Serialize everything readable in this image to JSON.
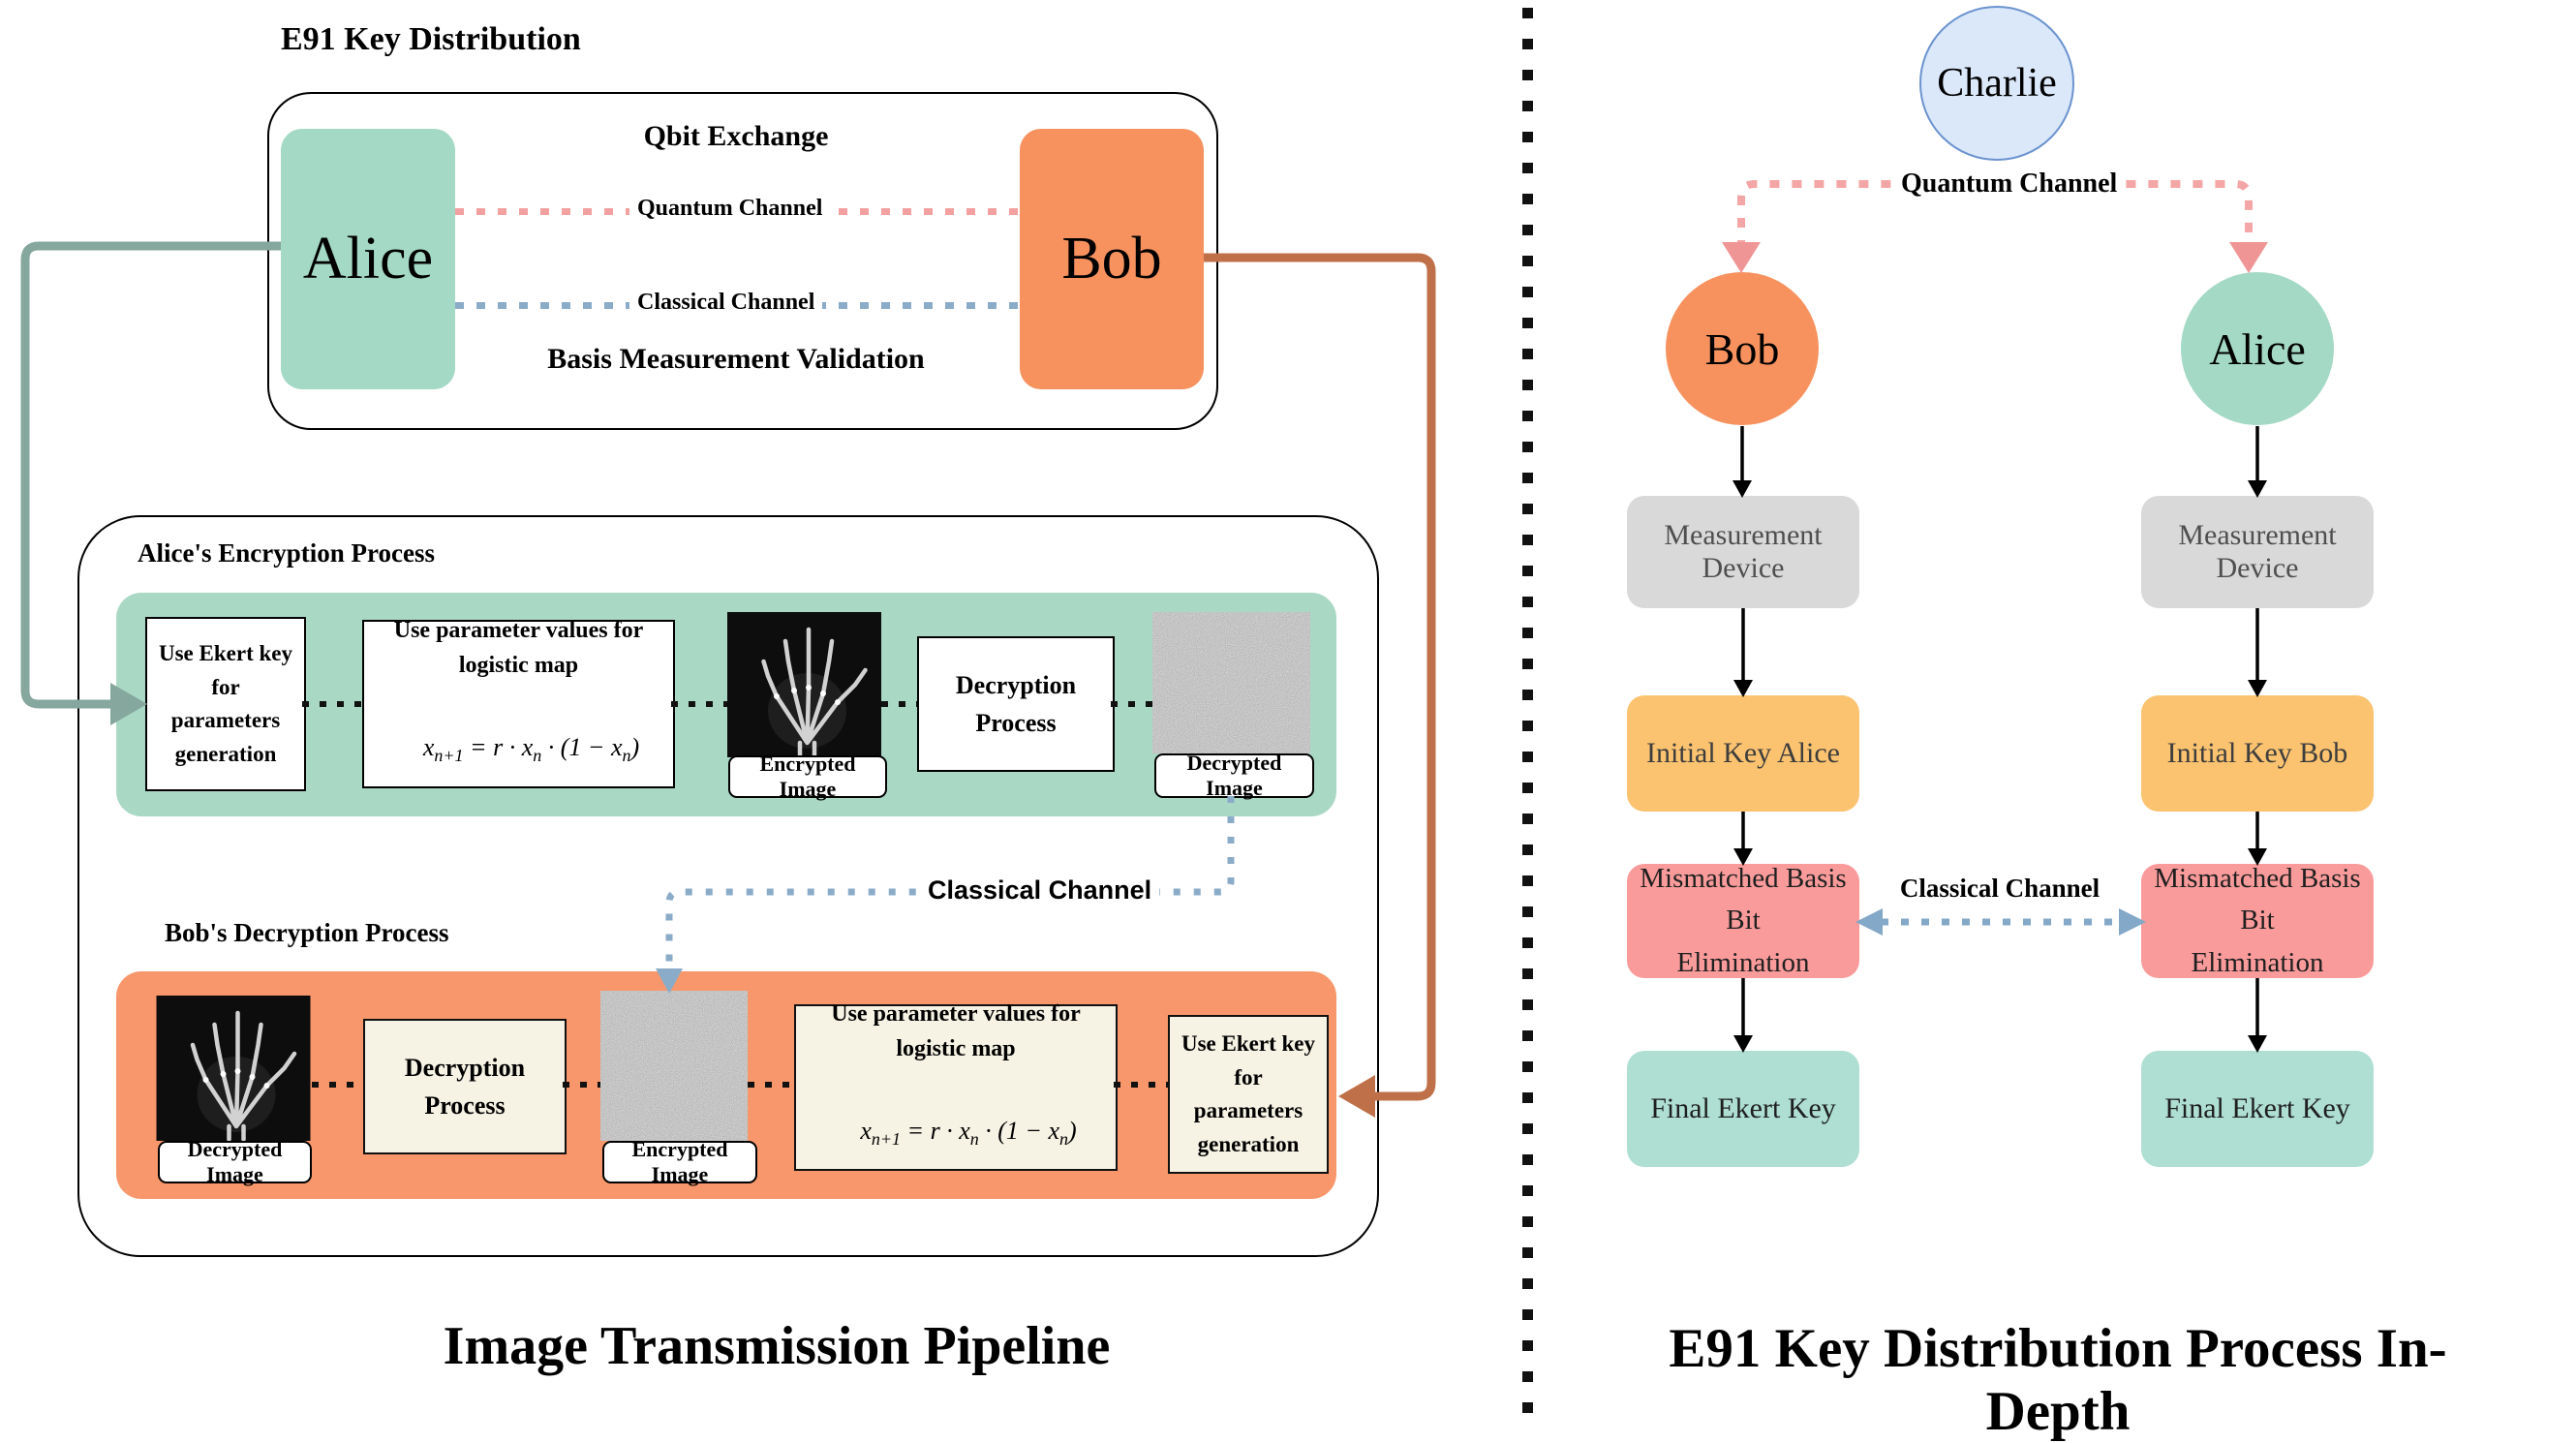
{
  "left": {
    "e91": {
      "title": "E91 Key Distribution",
      "alice": "Alice",
      "bob": "Bob",
      "qbit_exchange": "Qbit Exchange",
      "quantum_channel": "Quantum Channel",
      "classical_channel": "Classical Channel",
      "basis_validation": "Basis Measurement Validation"
    },
    "pipeline": {
      "title": "Image Transmission Pipeline",
      "alice_section_label": "Alice's Encryption Process",
      "bob_section_label": "Bob's Decryption Process",
      "classical_channel_label": "Classical Channel",
      "ekert_key_lines": [
        "Use Ekert key",
        "for",
        "parameters",
        "generation"
      ],
      "param_title_lines": [
        "Use parameter values for",
        "logistic map"
      ],
      "formula": {
        "f1": "x",
        "f2": "n+1",
        "f3": " = r · x",
        "f4": "n",
        "f5": " · (1 − x",
        "f6": "n",
        "f7": ")"
      },
      "decryption_lines": [
        "Decryption",
        "Process"
      ],
      "encrypted_image_label": "Encrypted Image",
      "decrypted_image_label": "Decrypted Image"
    }
  },
  "right": {
    "title": "E91 Key Distribution Process In-Depth",
    "charlie": "Charlie",
    "bob": "Bob",
    "alice": "Alice",
    "quantum_channel_label": "Quantum Channel",
    "classical_channel_label": "Classical Channel",
    "measurement_device": "Measurement Device",
    "initial_key_alice": "Initial Key Alice",
    "initial_key_bob": "Initial Key Bob",
    "mismatched_lines": [
      "Mismatched Basis Bit",
      "Elimination"
    ],
    "final_ekert_key": "Final Ekert Key"
  },
  "colors": {
    "teal_node": "#a3d9c5",
    "orange_node": "#f7925f",
    "teal_strip": "#a9d8c5",
    "orange_strip": "#f7976b",
    "charlie_fill": "#dbe8fa",
    "charlie_border": "#6b93cf",
    "gray_node": "#d9d9d9",
    "amber_node": "#fbc370",
    "red_node": "#fa9b9b",
    "final_teal_node": "#aedfd2",
    "pink_dash": "#f2a0a0",
    "blue_dash": "#8bacc8",
    "teal_connector": "#85a79e",
    "brown_connector": "#bf7048",
    "cream_box": "#f6f2e4"
  }
}
